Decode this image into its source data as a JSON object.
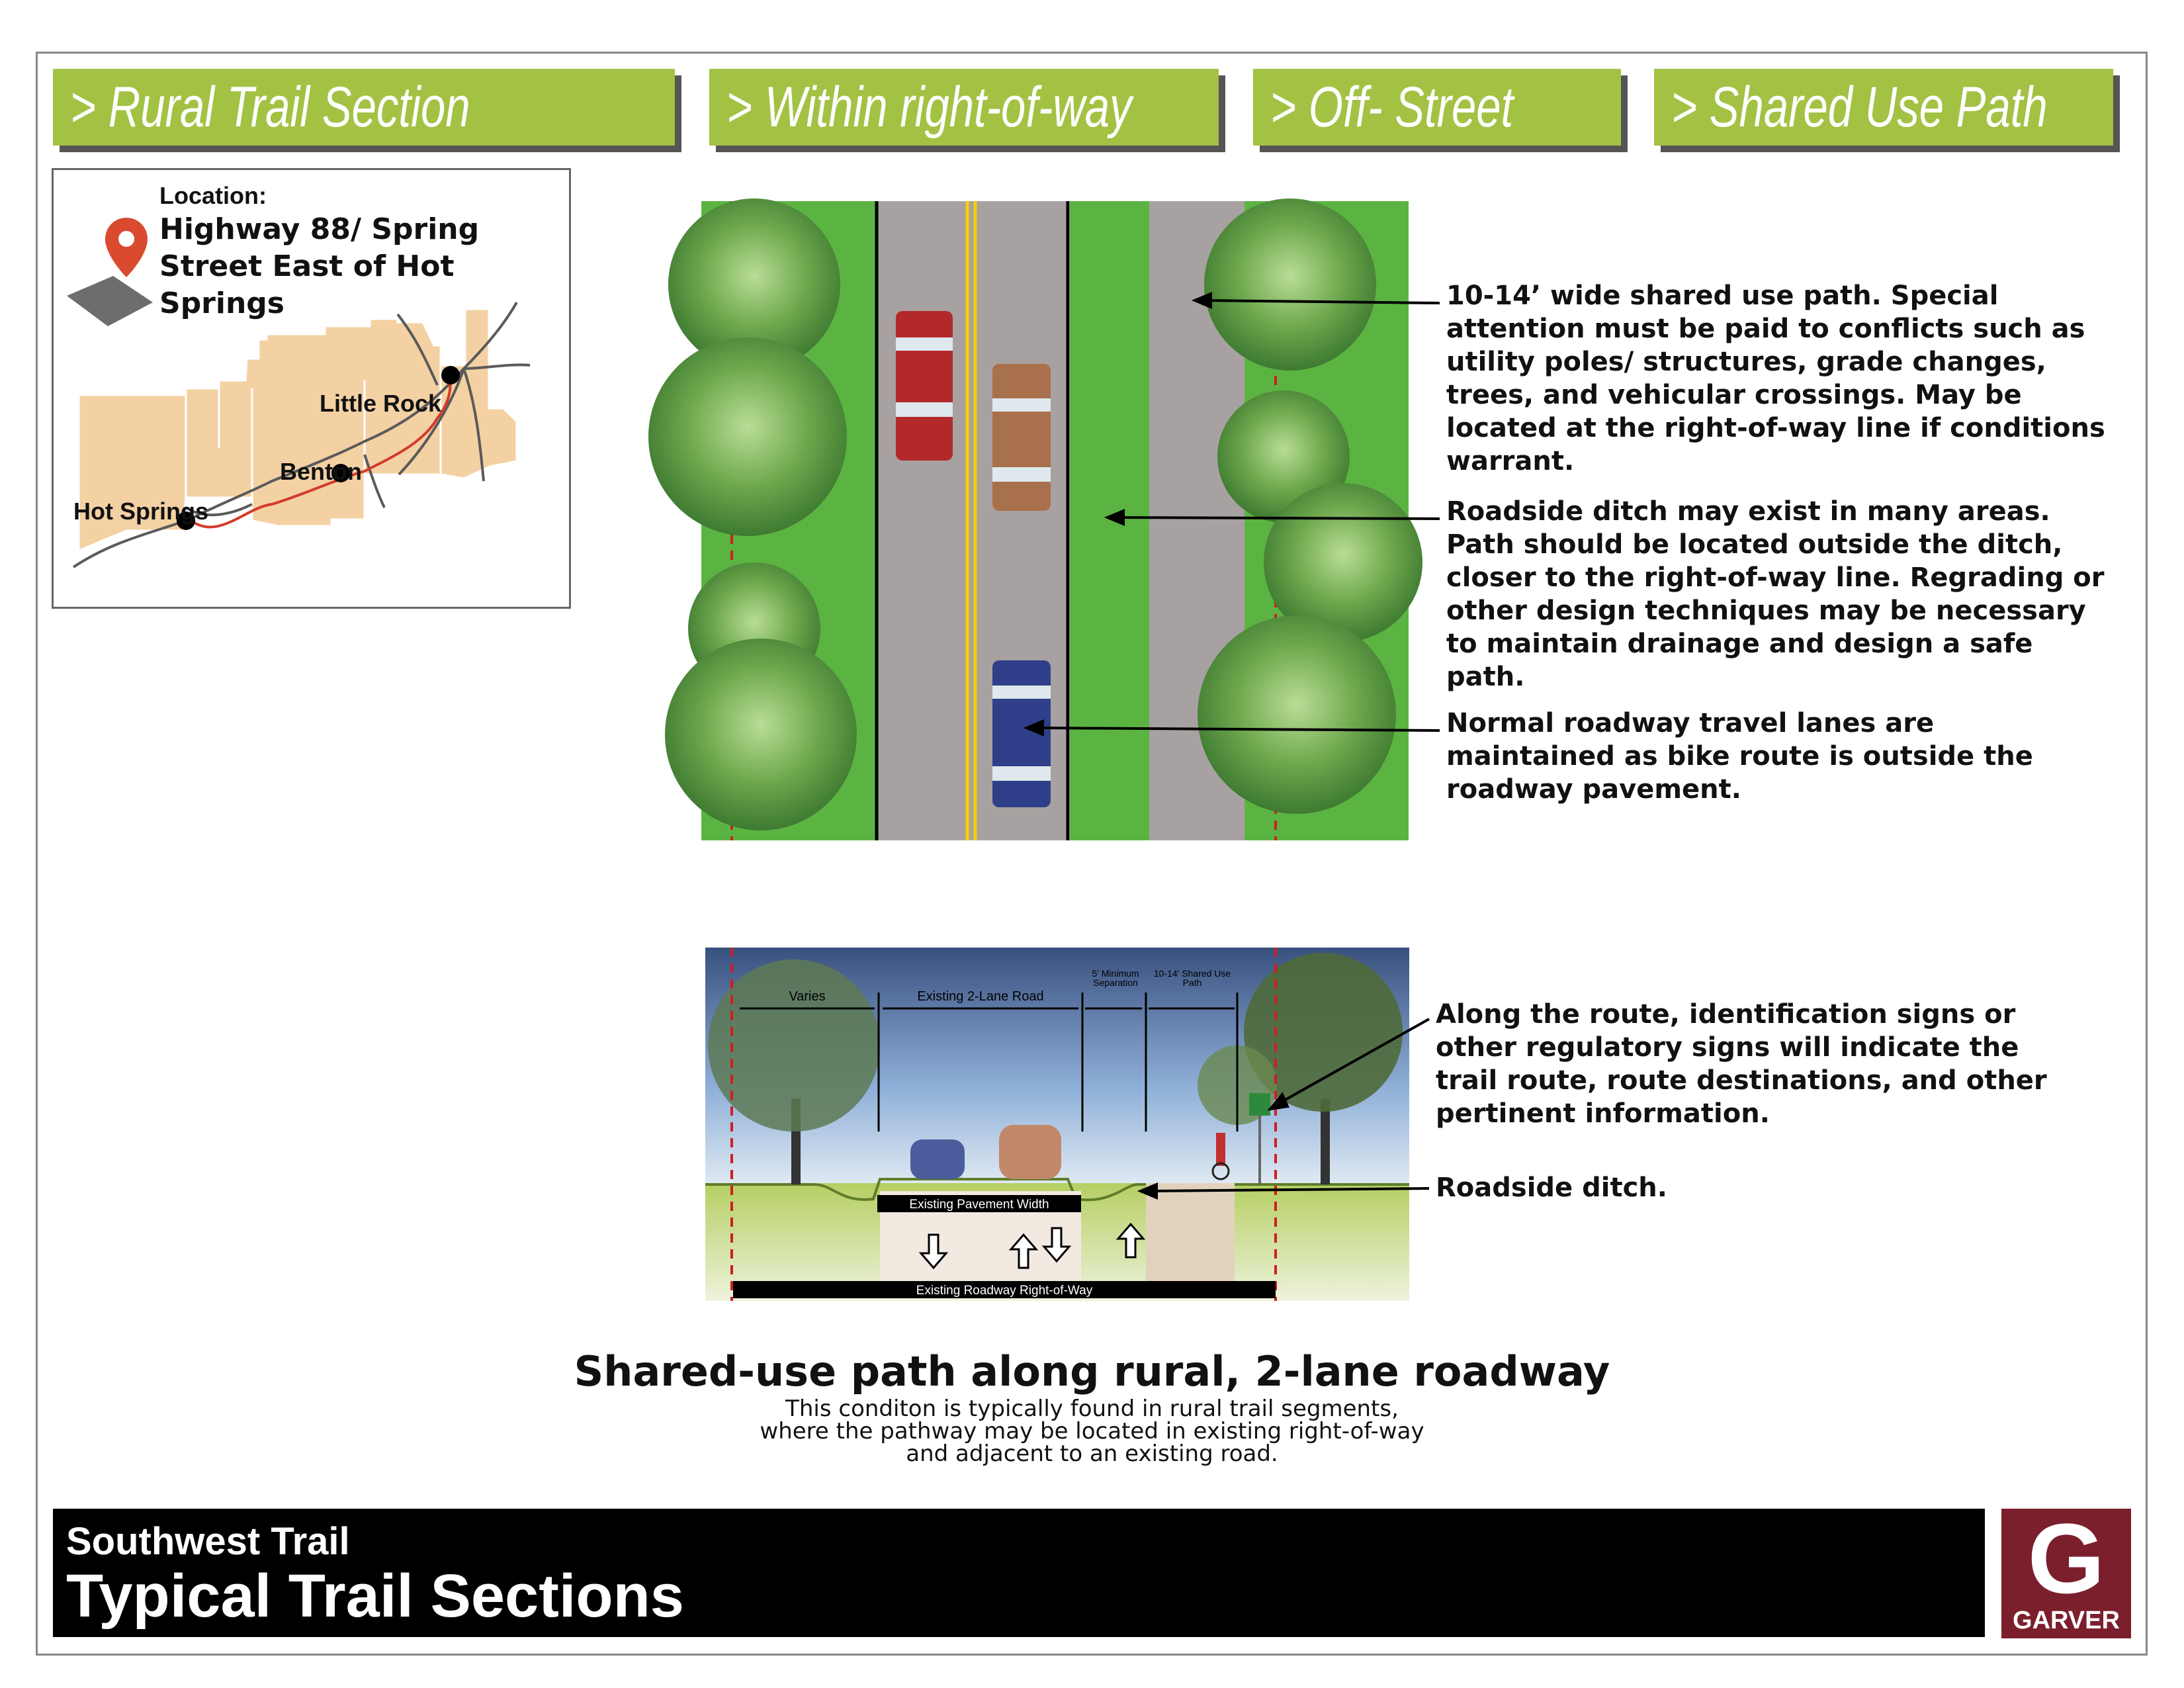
{
  "tabs": [
    {
      "label": "> Rural Trail Section"
    },
    {
      "label": "> Within right-of-way"
    },
    {
      "label": "> Off- Street"
    },
    {
      "label": "> Shared Use Path"
    }
  ],
  "location": {
    "label": "Location:",
    "text": "Highway 88/ Spring Street East of Hot Springs",
    "cities": [
      "Little Rock",
      "Benton",
      "Hot Springs"
    ],
    "colors": {
      "map_fill": "#f4d1a3",
      "route": "#d43b2a",
      "pin": "#d94a2f"
    }
  },
  "callouts": [
    "10-14’ wide shared use path.  Special attention must be paid to conflicts such as utility poles/ structures, grade changes, trees, and vehicular crossings.  May be located at the right-of-way line if conditions warrant.",
    "Roadside ditch may exist in many areas.  Path should be located outside the ditch, closer to the right-of-way line.  Regrading or other design techniques may be necessary to maintain drainage and design a safe path.",
    "Normal roadway travel lanes are maintained as bike route is outside the roadway pavement.",
    "Along the route, identification signs or other regulatory signs will indicate the trail route, route destinations, and other pertinent information.",
    "Roadside ditch."
  ],
  "section": {
    "dims": [
      "Varies",
      "Existing 2-Lane Road",
      "5' Minimum Separation",
      "10-14' Shared Use Path"
    ],
    "bars": [
      "Existing Pavement Width",
      "Existing Roadway Right-of-Way"
    ]
  },
  "caption": {
    "title": "Shared-use path along rural, 2-lane roadway",
    "lines": [
      "This conditon is typically found in rural trail segments,",
      "where the pathway may be located in existing right-of-way",
      "and adjacent to an existing road."
    ]
  },
  "footer": {
    "subtitle": "Southwest Trail",
    "title": "Typical Trail Sections"
  },
  "logo": {
    "text": "GARVER",
    "color": "#7b1f2d"
  },
  "colors": {
    "tab_green": "#a3c244",
    "grass": "#5bb442",
    "road": "#a8a1a1"
  }
}
